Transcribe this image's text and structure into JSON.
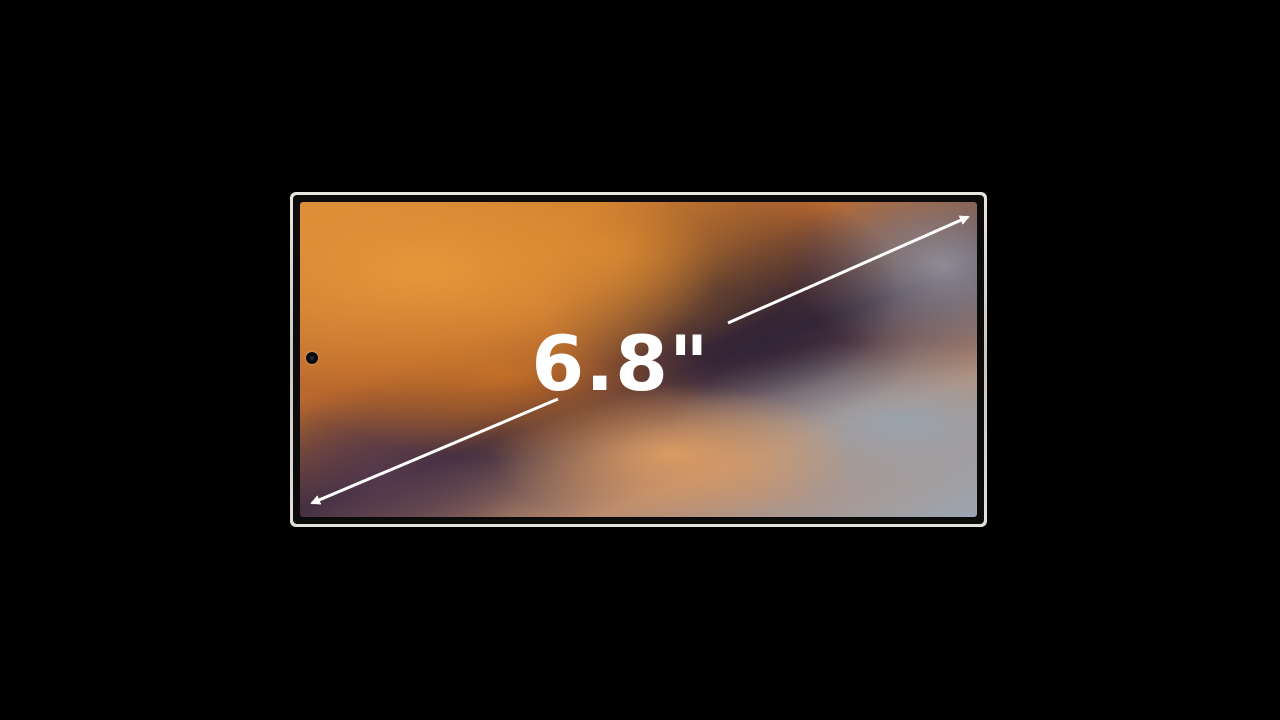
{
  "display": {
    "size_label": "6.8\""
  },
  "colors": {
    "background": "#000000",
    "frame": "#e0ddd8",
    "arrow": "#ffffff",
    "text": "#ffffff"
  },
  "icons": {
    "camera": "front-camera-punch-hole",
    "arrow": "double-headed-diagonal-arrow"
  }
}
